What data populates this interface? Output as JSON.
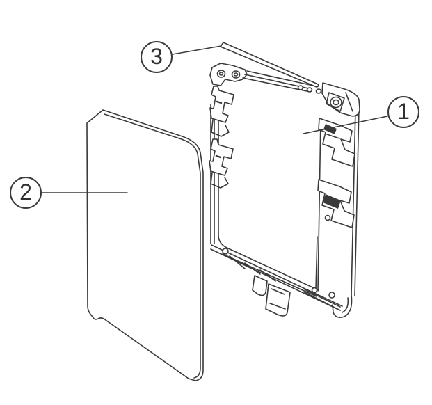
{
  "drawing": {
    "background_color": "#ffffff",
    "line_color": "#3a3a3a"
  },
  "callouts": [
    {
      "label": "1"
    },
    {
      "label": "2"
    },
    {
      "label": "3"
    }
  ]
}
